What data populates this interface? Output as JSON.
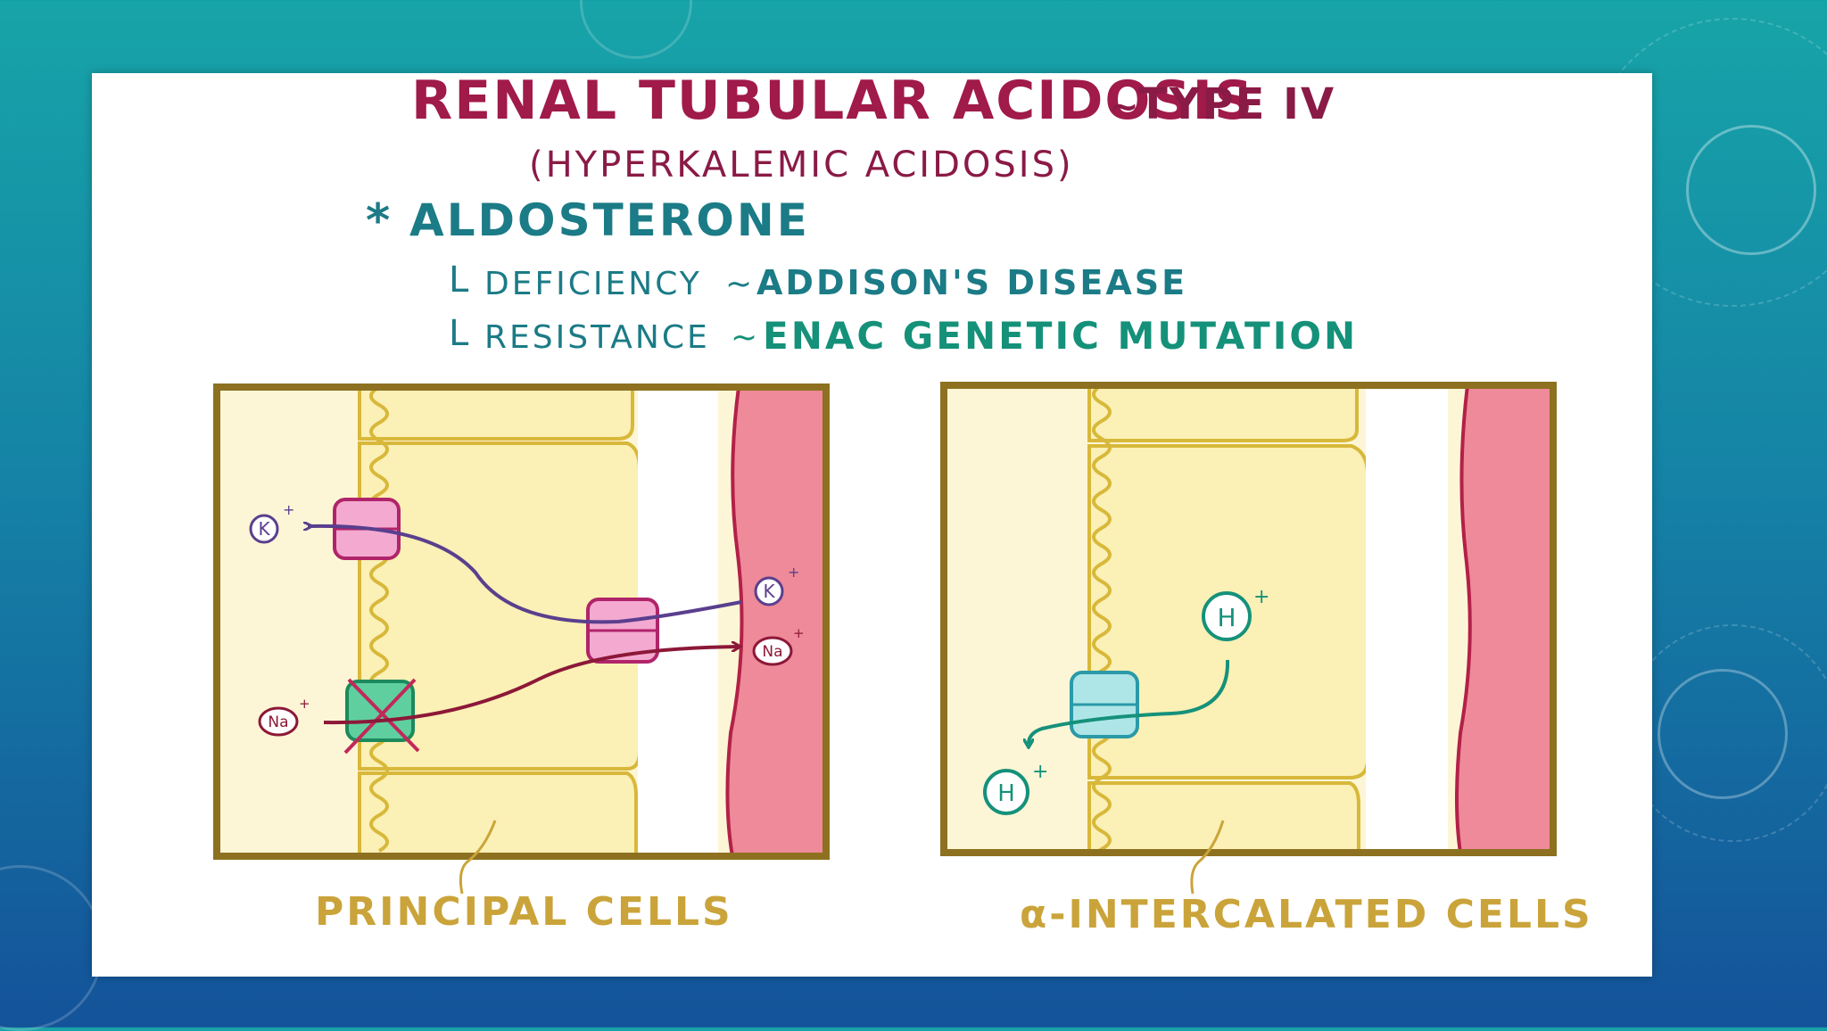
{
  "colors": {
    "background_top": "#17a4a8",
    "background_bottom": "#14539a",
    "title": "#a01a4a",
    "subtitle": "#8a1a46",
    "teal_text": "#1b7b86",
    "green_text": "#15917a",
    "cell_yellow": "#fbf0b5",
    "cell_outline": "#d8b83a",
    "frame": "#8d7120",
    "blood": "#ee8a99",
    "blood_edge": "#b32048",
    "transporter_pink": "#f3a9d0",
    "sodium_channel_green": "#5fcf9f",
    "proton_pump_cyan": "#aee6e8",
    "label_yellow": "#caa43a"
  },
  "title": {
    "main": "RENAL TUBULAR ACIDOSIS",
    "sep": "~",
    "type": "TYPE IV",
    "subtitle": "(HYPERKALEMIC ACIDOSIS)"
  },
  "aldosterone": {
    "star": "*",
    "heading": "ALDOSTERONE",
    "branches": [
      {
        "mark": "L",
        "term": "DEFICIENCY",
        "sep": "~",
        "cause": "ADDISON'S DISEASE"
      },
      {
        "mark": "L",
        "term": "RESISTANCE",
        "sep": "~",
        "cause": "ENAC GENETIC MUTATION"
      }
    ]
  },
  "panels": {
    "principal": {
      "caption": "PRINCIPAL CELLS",
      "ions": {
        "k_lumen": {
          "symbol": "K",
          "charge": "+"
        },
        "k_blood": {
          "symbol": "K",
          "charge": "+"
        },
        "na_blood": {
          "symbol": "Na",
          "charge": "+"
        },
        "na_lumen": {
          "symbol": "Na",
          "charge": "+"
        }
      }
    },
    "intercalated": {
      "caption": "α-INTERCALATED CELLS",
      "ions": {
        "h_cell": {
          "symbol": "H",
          "charge": "+"
        },
        "h_lumen": {
          "symbol": "H",
          "charge": "+"
        }
      }
    }
  }
}
